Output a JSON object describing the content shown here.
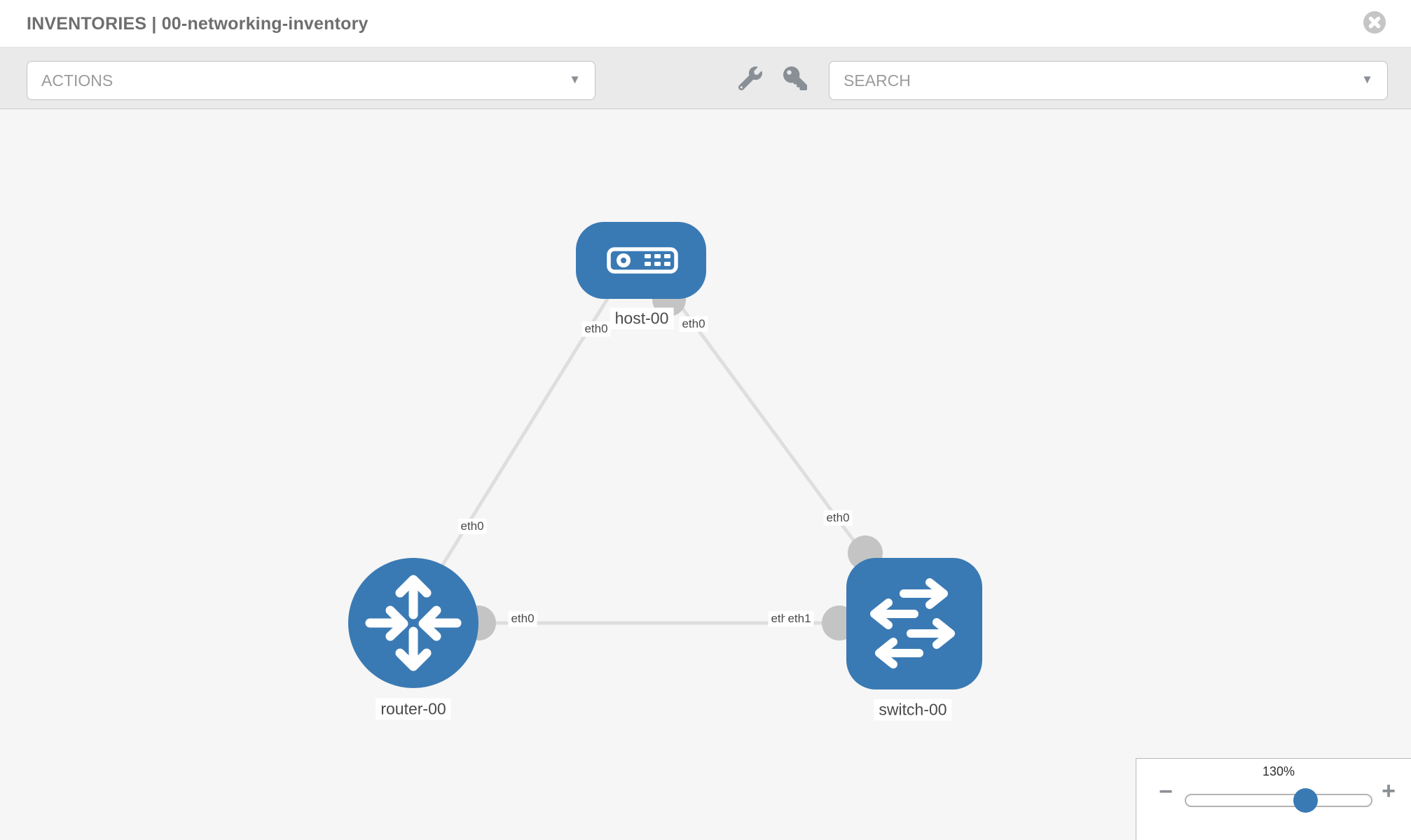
{
  "header": {
    "title": "INVENTORIES | 00-networking-inventory"
  },
  "toolbar": {
    "actions_label": "ACTIONS",
    "search_label": "SEARCH"
  },
  "icons": {
    "select_caret": "▼",
    "toolbar": [
      "wrench-icon",
      "key-icon"
    ],
    "header_close": "close-icon"
  },
  "colors": {
    "node_blue": "#3a7ab4",
    "link_gray": "#dedede",
    "interface_gray": "#c4c4c4",
    "canvas_bg": "#f6f6f6"
  },
  "diagram": {
    "nodes": [
      {
        "id": "host-00",
        "type": "host",
        "label": "host-00"
      },
      {
        "id": "router-00",
        "type": "router",
        "label": "router-00"
      },
      {
        "id": "switch-00",
        "type": "switch",
        "label": "switch-00"
      }
    ],
    "links": [
      {
        "from": "host-00",
        "from_if": "eth0",
        "to": "router-00",
        "to_if": "eth0"
      },
      {
        "from": "host-00",
        "from_if": "eth0",
        "to": "switch-00",
        "to_if": "eth0"
      },
      {
        "from": "router-00",
        "from_if": "eth0",
        "to": "switch-00",
        "to_if": "eth1"
      }
    ],
    "switch_overlap_label": "eth0"
  },
  "zoom_control": {
    "value": "130%",
    "minus": "−",
    "plus": "+"
  }
}
